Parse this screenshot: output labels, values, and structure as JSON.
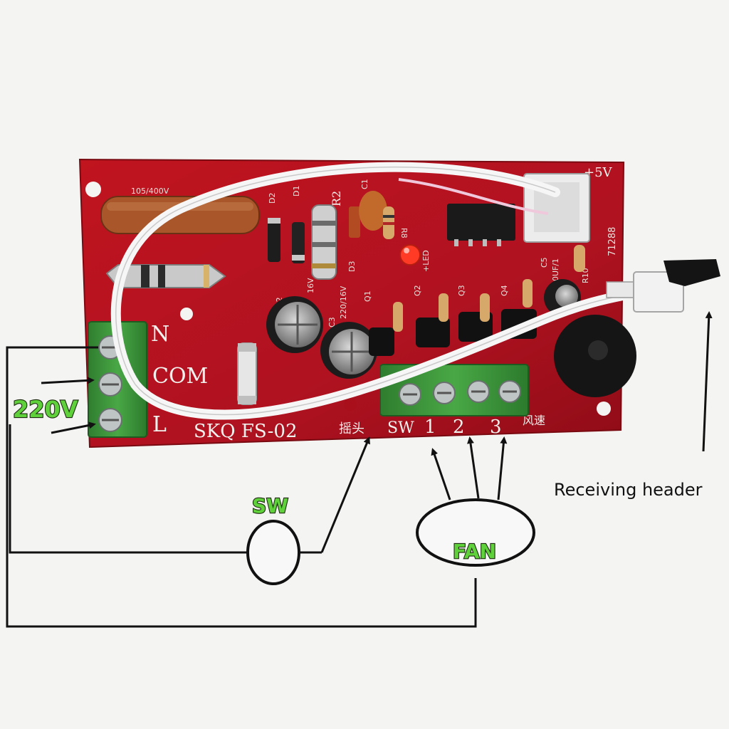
{
  "board": {
    "model": "SKQ  FS-02",
    "power_rail": "+5V",
    "serial": "71288",
    "cap_rating": "105/400V",
    "terminals_left": [
      "N",
      "COM",
      "L"
    ],
    "terminals_bottom": [
      "SW",
      "1",
      "2",
      "3"
    ],
    "swing_label": "摇头",
    "wind_speed_label": "风速",
    "refs": {
      "d2": "D2",
      "d1": "D1",
      "r2": "R2",
      "r8": "R8",
      "c1": "C1",
      "c2": "C2",
      "c3": "C3",
      "q1": "Q1",
      "q2": "Q2",
      "q3": "Q3",
      "q4": "Q4",
      "d3": "D3",
      "led": "+LED",
      "c5": "C5",
      "r10": "R10",
      "c2v": "16V",
      "c3v": "220/16V",
      "c5v": "10UF/1"
    }
  },
  "annotations": {
    "supply_label": "220V",
    "switch_label": "SW",
    "fan_label": "FAN",
    "receiver_label": "Receiving header"
  },
  "colors": {
    "pcb": "#b5121f",
    "pcb_dark": "#8e0d17",
    "terminal_green": "#3e9a3a",
    "label_green": "#5fd13a",
    "wire": "#111111"
  }
}
